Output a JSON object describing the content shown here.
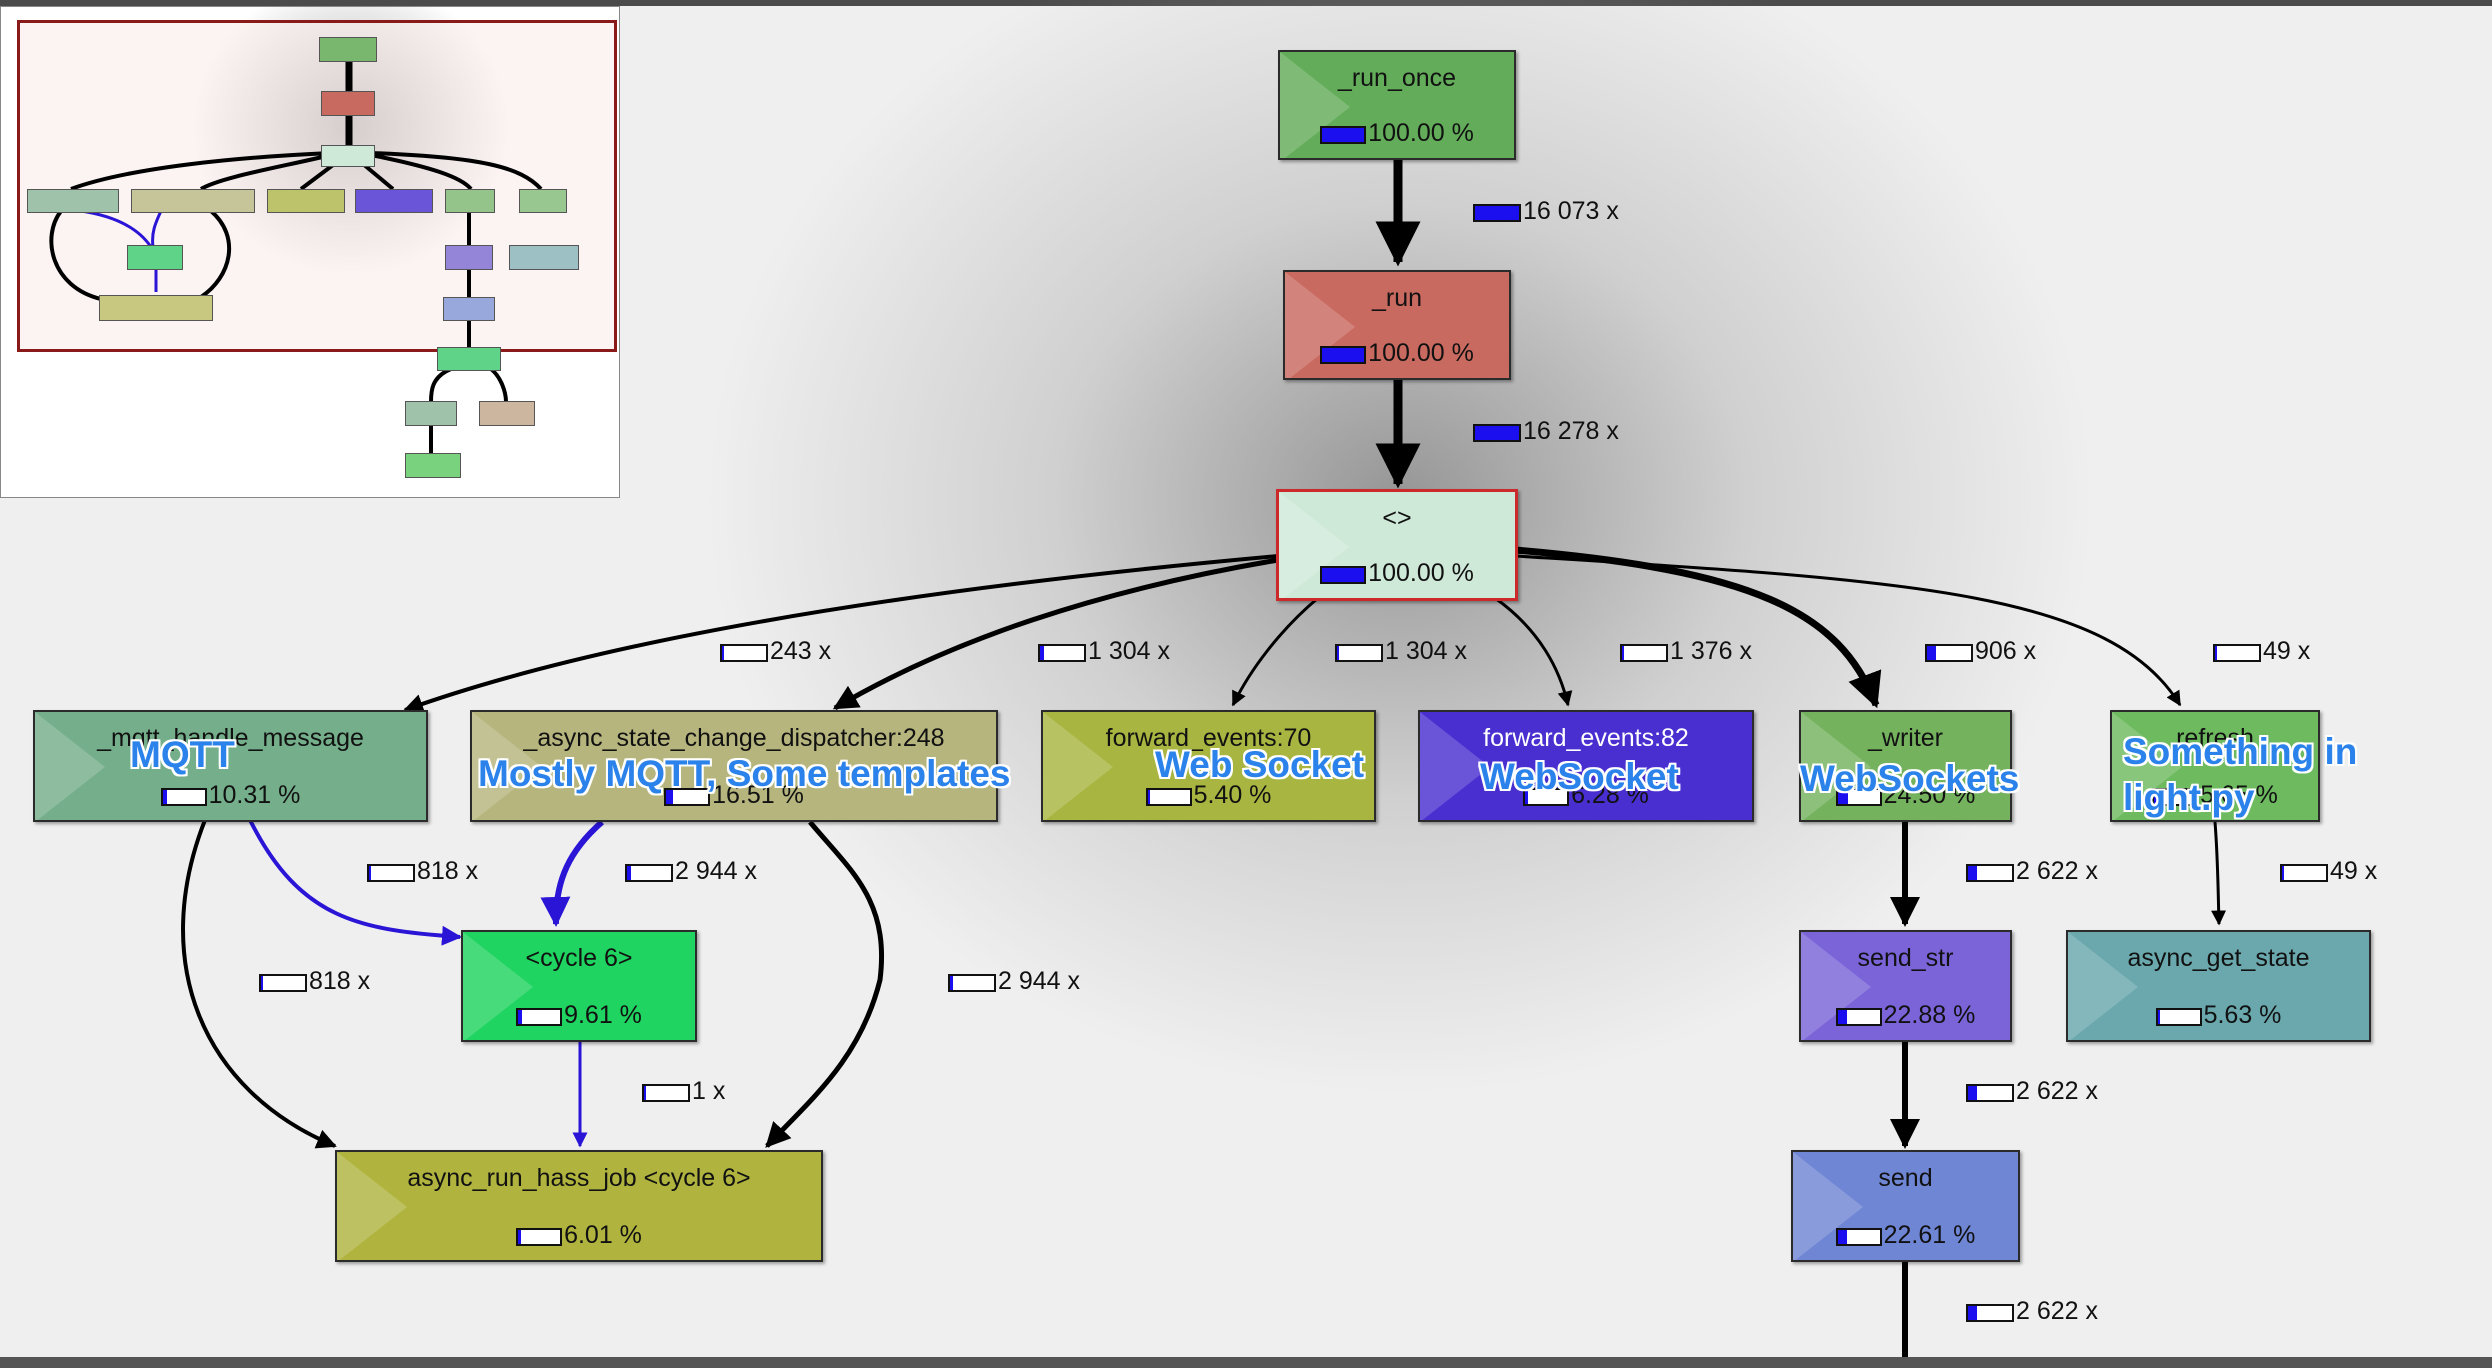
{
  "nodes": [
    {
      "id": "run_once",
      "name": "_run_once",
      "pct": "100.00 %",
      "fill": 1.0,
      "color": "#63ad5a"
    },
    {
      "id": "run",
      "name": "_run",
      "pct": "100.00 %",
      "fill": 1.0,
      "color": "#c96a60"
    },
    {
      "id": "lambda",
      "name": "<>",
      "pct": "100.00 %",
      "fill": 1.0,
      "color": "#cfe9d8"
    },
    {
      "id": "mqtt",
      "name": "_mqtt_handle_message",
      "pct": "10.31 %",
      "fill": 0.1031,
      "color": "#74ae8a"
    },
    {
      "id": "dispatcher",
      "name": "_async_state_change_dispatcher:248",
      "pct": "16.51 %",
      "fill": 0.1651,
      "color": "#b6b57e"
    },
    {
      "id": "fe70",
      "name": "forward_events:70",
      "pct": "5.40 %",
      "fill": 0.054,
      "color": "#a8b540"
    },
    {
      "id": "fe82",
      "name": "forward_events:82",
      "pct": "6.28 %",
      "fill": 0.0628,
      "color": "#4a2fd0"
    },
    {
      "id": "writer",
      "name": "_writer",
      "pct": "24.50 %",
      "fill": 0.245,
      "color": "#74b25e"
    },
    {
      "id": "refresh",
      "name": "refresh",
      "pct": "5.65 %",
      "fill": 0.0565,
      "color": "#6dba5f"
    },
    {
      "id": "cycle6",
      "name": "<cycle 6>",
      "pct": "9.61 %",
      "fill": 0.0961,
      "color": "#1fd460"
    },
    {
      "id": "send_str",
      "name": "send_str",
      "pct": "22.88 %",
      "fill": 0.2288,
      "color": "#7a64d8"
    },
    {
      "id": "async_get_state",
      "name": "async_get_state",
      "pct": "5.63 %",
      "fill": 0.0563,
      "color": "#6aa8ad"
    },
    {
      "id": "async_run",
      "name": "async_run_hass_job <cycle 6>",
      "pct": "6.01 %",
      "fill": 0.0601,
      "color": "#b0b43f"
    },
    {
      "id": "send",
      "name": "send",
      "pct": "22.61 %",
      "fill": 0.2261,
      "color": "#6f86d4"
    }
  ],
  "edges": [
    {
      "id": "e_runonce_run",
      "label": "16 073 x",
      "fill": 1.0
    },
    {
      "id": "e_run_lambda",
      "label": "16 278 x",
      "fill": 1.0
    },
    {
      "id": "e_lambda_mqtt",
      "label": "243 x",
      "fill": 0.05
    },
    {
      "id": "e_lambda_disp",
      "label": "1 304 x",
      "fill": 0.08
    },
    {
      "id": "e_lambda_fe70",
      "label": "1 304 x",
      "fill": 0.05
    },
    {
      "id": "e_lambda_fe82",
      "label": "1 376 x",
      "fill": 0.05
    },
    {
      "id": "e_lambda_writer",
      "label": "906 x",
      "fill": 0.2
    },
    {
      "id": "e_lambda_refresh",
      "label": "49 x",
      "fill": 0.04
    },
    {
      "id": "e_mqtt_cycle",
      "label": "818 x",
      "fill": 0.05
    },
    {
      "id": "e_mqtt_async",
      "label": "818 x",
      "fill": 0.05
    },
    {
      "id": "e_disp_cycle",
      "label": "2 944 x",
      "fill": 0.08
    },
    {
      "id": "e_disp_async",
      "label": "2 944 x",
      "fill": 0.06
    },
    {
      "id": "e_cycle_async",
      "label": "1 x",
      "fill": 0.04
    },
    {
      "id": "e_writer_sendstr",
      "label": "2 622 x",
      "fill": 0.2
    },
    {
      "id": "e_refresh_get",
      "label": "49 x",
      "fill": 0.04
    },
    {
      "id": "e_sendstr_send",
      "label": "2 622 x",
      "fill": 0.2
    },
    {
      "id": "e_send_next",
      "label": "2 622 x",
      "fill": 0.2
    }
  ],
  "annotations": {
    "mqtt": "MQTT",
    "dispatcher": "Mostly MQTT, Some templates",
    "fe70": "Web Socket",
    "fe82": "WebSocket",
    "writer": "WebSockets",
    "refresh_line1": "Something in",
    "refresh_line2": "light.py"
  },
  "colors": {
    "bar_fill": "#1b0ff0",
    "selected_border": "#cc2a2a",
    "highlight_edge": "#2a14d6",
    "minimap_viewport": "#8a1a1a"
  }
}
